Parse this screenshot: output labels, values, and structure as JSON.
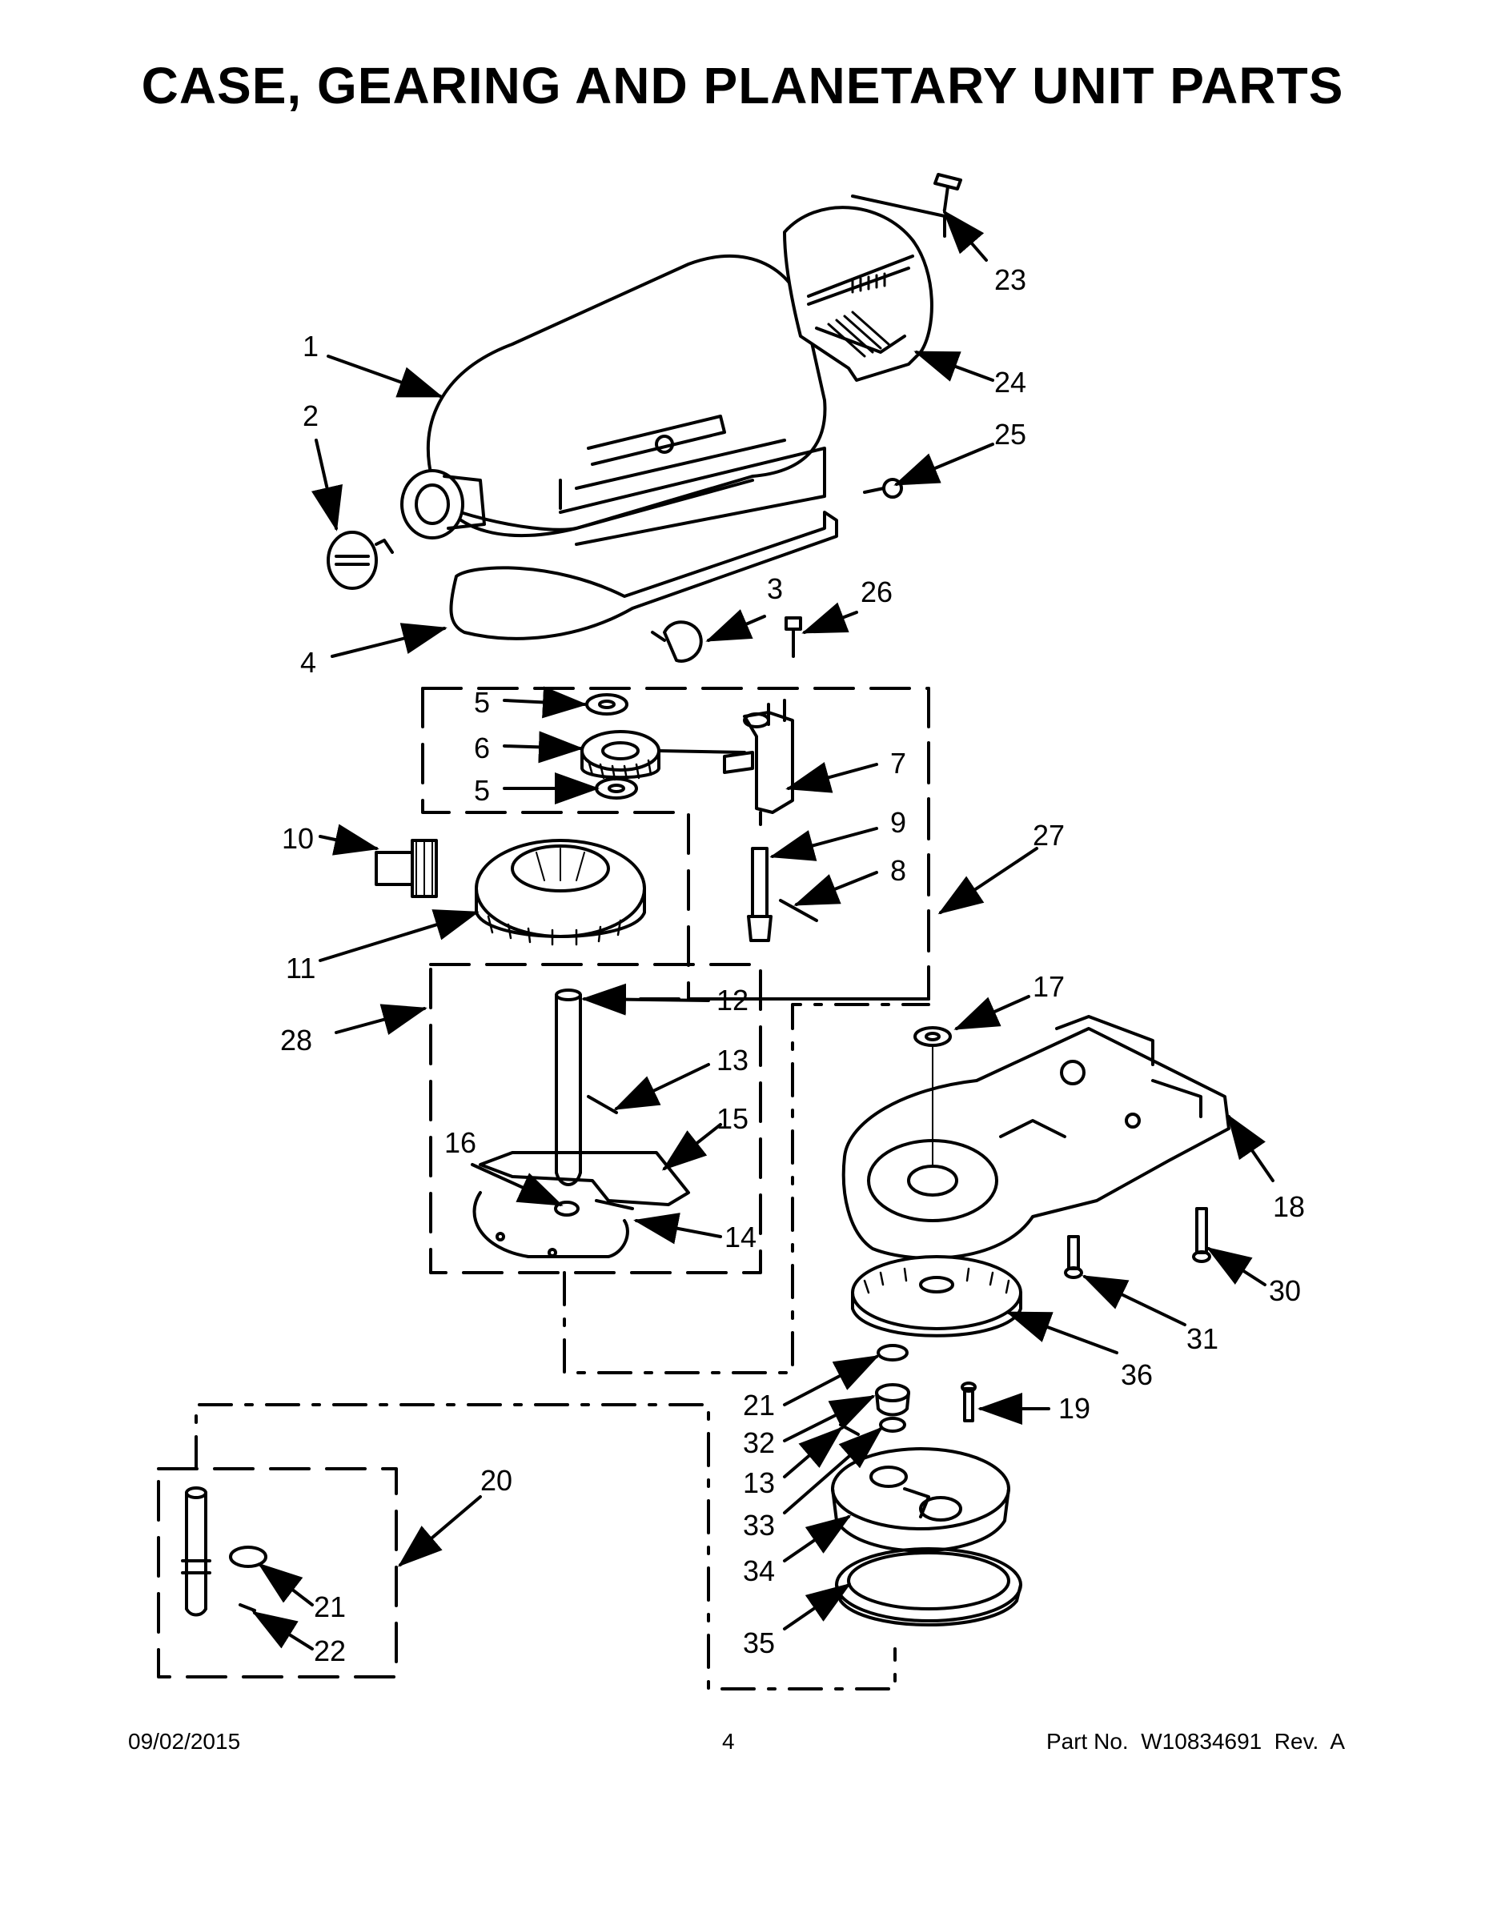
{
  "title": "CASE, GEARING AND PLANETARY UNIT PARTS",
  "footer": {
    "date": "09/02/2015",
    "page": "4",
    "part_number": "Part No.  W10834691  Rev.  A"
  },
  "callouts": [
    "1",
    "2",
    "3",
    "4",
    "5",
    "6",
    "5",
    "7",
    "8",
    "9",
    "10",
    "11",
    "12",
    "13",
    "14",
    "15",
    "16",
    "17",
    "18",
    "19",
    "20",
    "21",
    "21",
    "22",
    "23",
    "24",
    "25",
    "26",
    "27",
    "28",
    "30",
    "31",
    "32",
    "13",
    "33",
    "34",
    "35",
    "36"
  ]
}
